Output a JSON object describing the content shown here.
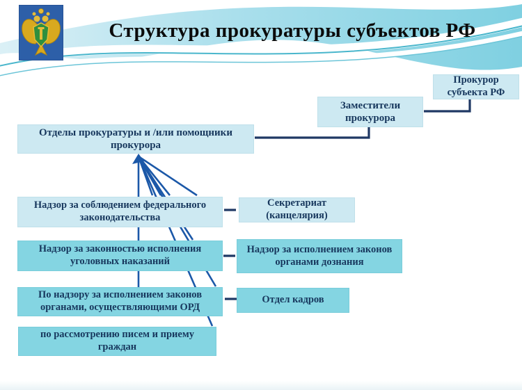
{
  "header": {
    "title": "Структура прокуратуры субъектов РФ",
    "logo_name": "Эмблема Прокуратуры Российской Федерации"
  },
  "diagram": {
    "nodes": [
      {
        "id": "prokuror-subekta",
        "label": "Прокурор субъекта РФ"
      },
      {
        "id": "zamestiteli",
        "label": "Заместители прокурора"
      },
      {
        "id": "otdely",
        "label": "Отделы прокуратуры и /или помощники прокурора"
      },
      {
        "id": "nadzor-fed",
        "label": "Надзор за соблюдением федерального законодательства"
      },
      {
        "id": "sekretariat",
        "label": "Секретариат (канцелярия)"
      },
      {
        "id": "nadzor-ugolov",
        "label": "Надзор за  законностью исполнения уголовных наказаний"
      },
      {
        "id": "nadzor-doznanie",
        "label": "Надзор за исполнением законов органами дознания"
      },
      {
        "id": "po-nadzoru-ord",
        "label": "По надзору  за исполнением законов органами, осуществляющими ОРД"
      },
      {
        "id": "otdel-kadrov",
        "label": "Отдел кадров"
      },
      {
        "id": "po-rassmotreniyu",
        "label": "по рассмотрению писем и приему граждан"
      }
    ],
    "edges": [
      {
        "from": "prokuror-subekta",
        "to": "zamestiteli",
        "style": "elbow"
      },
      {
        "from": "zamestiteli",
        "to": "otdely",
        "style": "elbow"
      },
      {
        "from": "otdely",
        "to": "nadzor-fed",
        "style": "fan-arrow"
      },
      {
        "from": "otdely",
        "to": "nadzor-ugolov",
        "style": "fan-arrow"
      },
      {
        "from": "otdely",
        "to": "nadzor-doznanie",
        "style": "fan-arrow"
      },
      {
        "from": "otdely",
        "to": "po-nadzoru-ord",
        "style": "fan-arrow"
      },
      {
        "from": "otdely",
        "to": "po-rassmotreniyu",
        "style": "fan-arrow"
      },
      {
        "from": "nadzor-fed",
        "to": "sekretariat",
        "style": "dash"
      },
      {
        "from": "nadzor-ugolov",
        "to": "nadzor-doznanie",
        "style": "dash"
      },
      {
        "from": "po-nadzoru-ord",
        "to": "otdel-kadrov",
        "style": "dash"
      }
    ]
  },
  "colors": {
    "box_light": "#cde9f2",
    "box_cyan": "#84d5e2",
    "fan_line": "#1b58a8",
    "connector_line": "#1f3864",
    "text": "#17375d",
    "wave_teal": "#49b6cc",
    "emblem_blue": "#2d5fa8"
  }
}
